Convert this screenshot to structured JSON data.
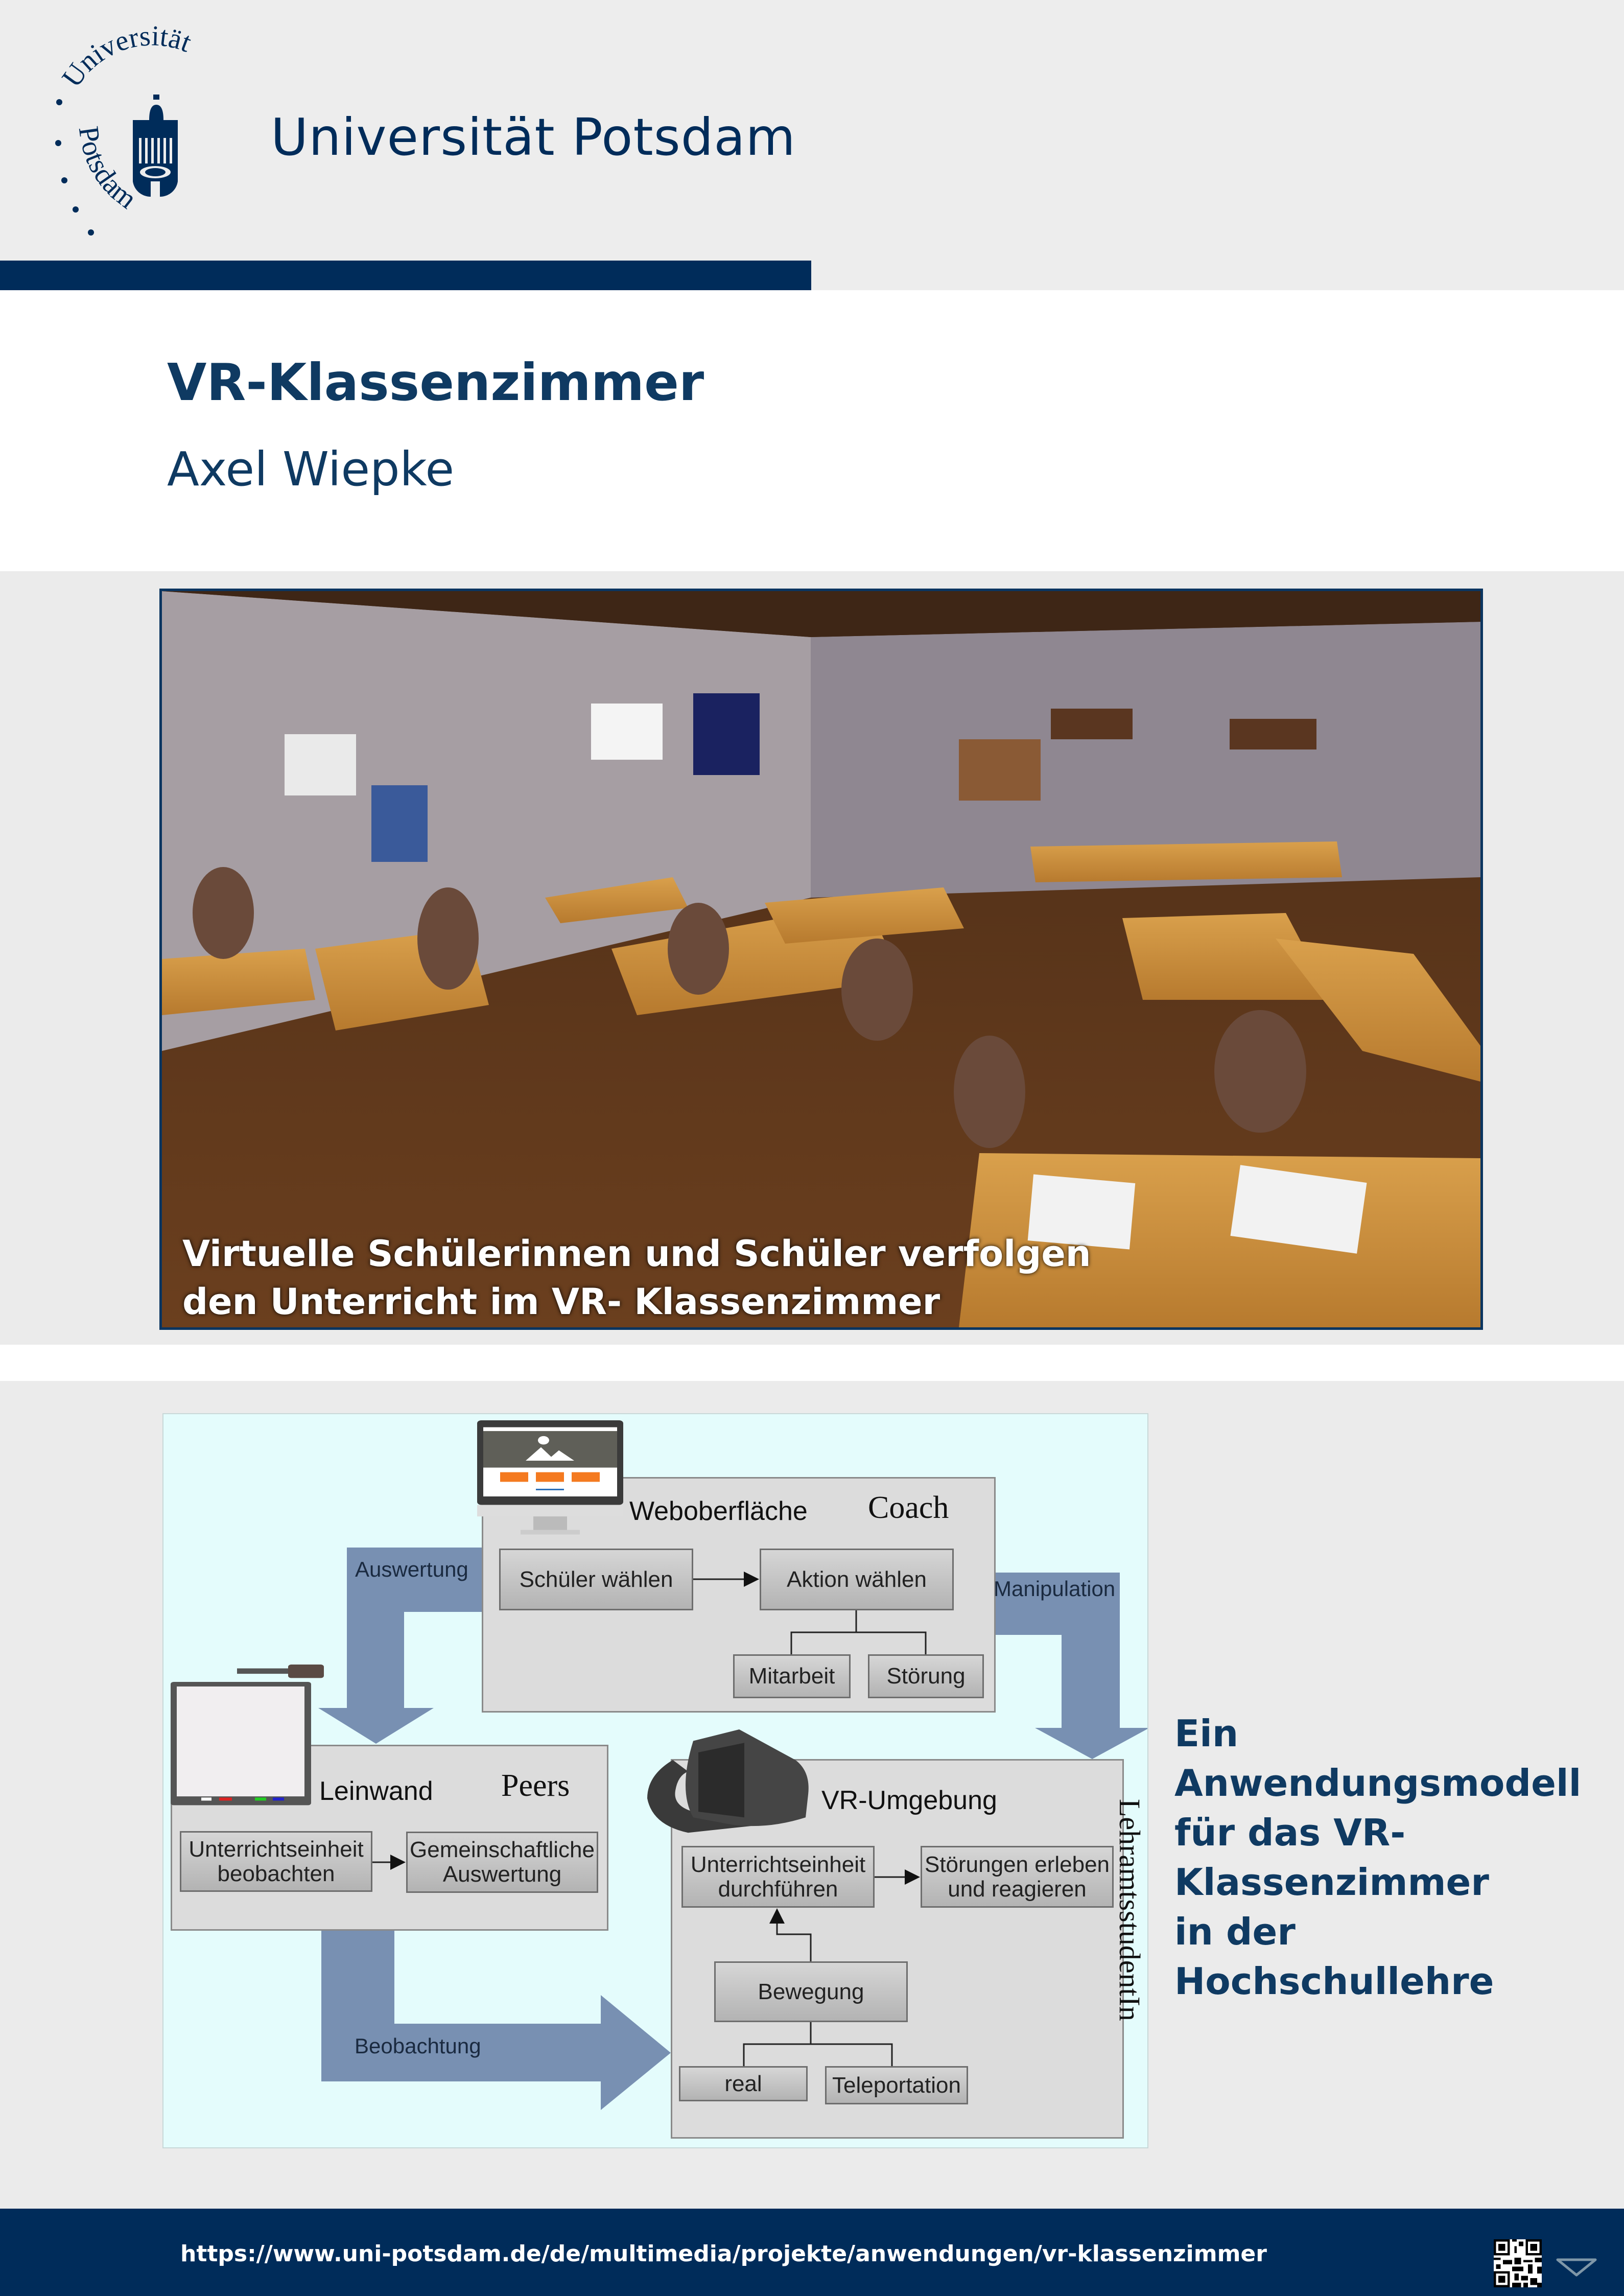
{
  "header": {
    "logo_arc_top": "Universität",
    "logo_arc_bottom": "Potsdam",
    "brand_name": "Universität Potsdam"
  },
  "title": "VR-Klassenzimmer",
  "author": "Axel Wiepke",
  "photo": {
    "caption_line1": "Virtuelle Schülerinnen und Schüler verfolgen",
    "caption_line2": "den Unterricht im VR- Klassenzimmer"
  },
  "diagram": {
    "coach": {
      "title": "Weboberfläche",
      "role": "Coach",
      "step1": "Schüler wählen",
      "step2": "Aktion wählen",
      "option1": "Mitarbeit",
      "option2": "Störung"
    },
    "peers": {
      "title": "Leinwand",
      "role": "Peers",
      "step1_line1": "Unterrichtseinheit",
      "step1_line2": "beobachten",
      "step2_line1": "Gemeinschaftliche",
      "step2_line2": "Auswertung"
    },
    "vr": {
      "title": "VR-Umgebung",
      "role": "LehramtsstudentIn",
      "step1_line1": "Unterrichtseinheit",
      "step1_line2": "durchführen",
      "step2_line1": "Störungen erleben",
      "step2_line2": "und reagieren",
      "movement": "Bewegung",
      "move1": "real",
      "move2": "Teleportation"
    },
    "arrows": {
      "evaluation": "Auswertung",
      "manipulation": "Manipulation",
      "observation": "Beobachtung"
    },
    "colors": {
      "arrow": "#7890b2",
      "background": "#e4fcfc"
    }
  },
  "side_text": {
    "line1": "Ein Anwendungsmodell",
    "line2": "für das VR-Klassenzimmer",
    "line3": "in der Hochschullehre"
  },
  "footer": {
    "url": "https://www.uni-potsdam.de/de/multimedia/projekte/anwendungen/vr-klassenzimmer"
  },
  "colors": {
    "brand_navy": "#002c5a",
    "title_blue": "#0f3a62"
  }
}
